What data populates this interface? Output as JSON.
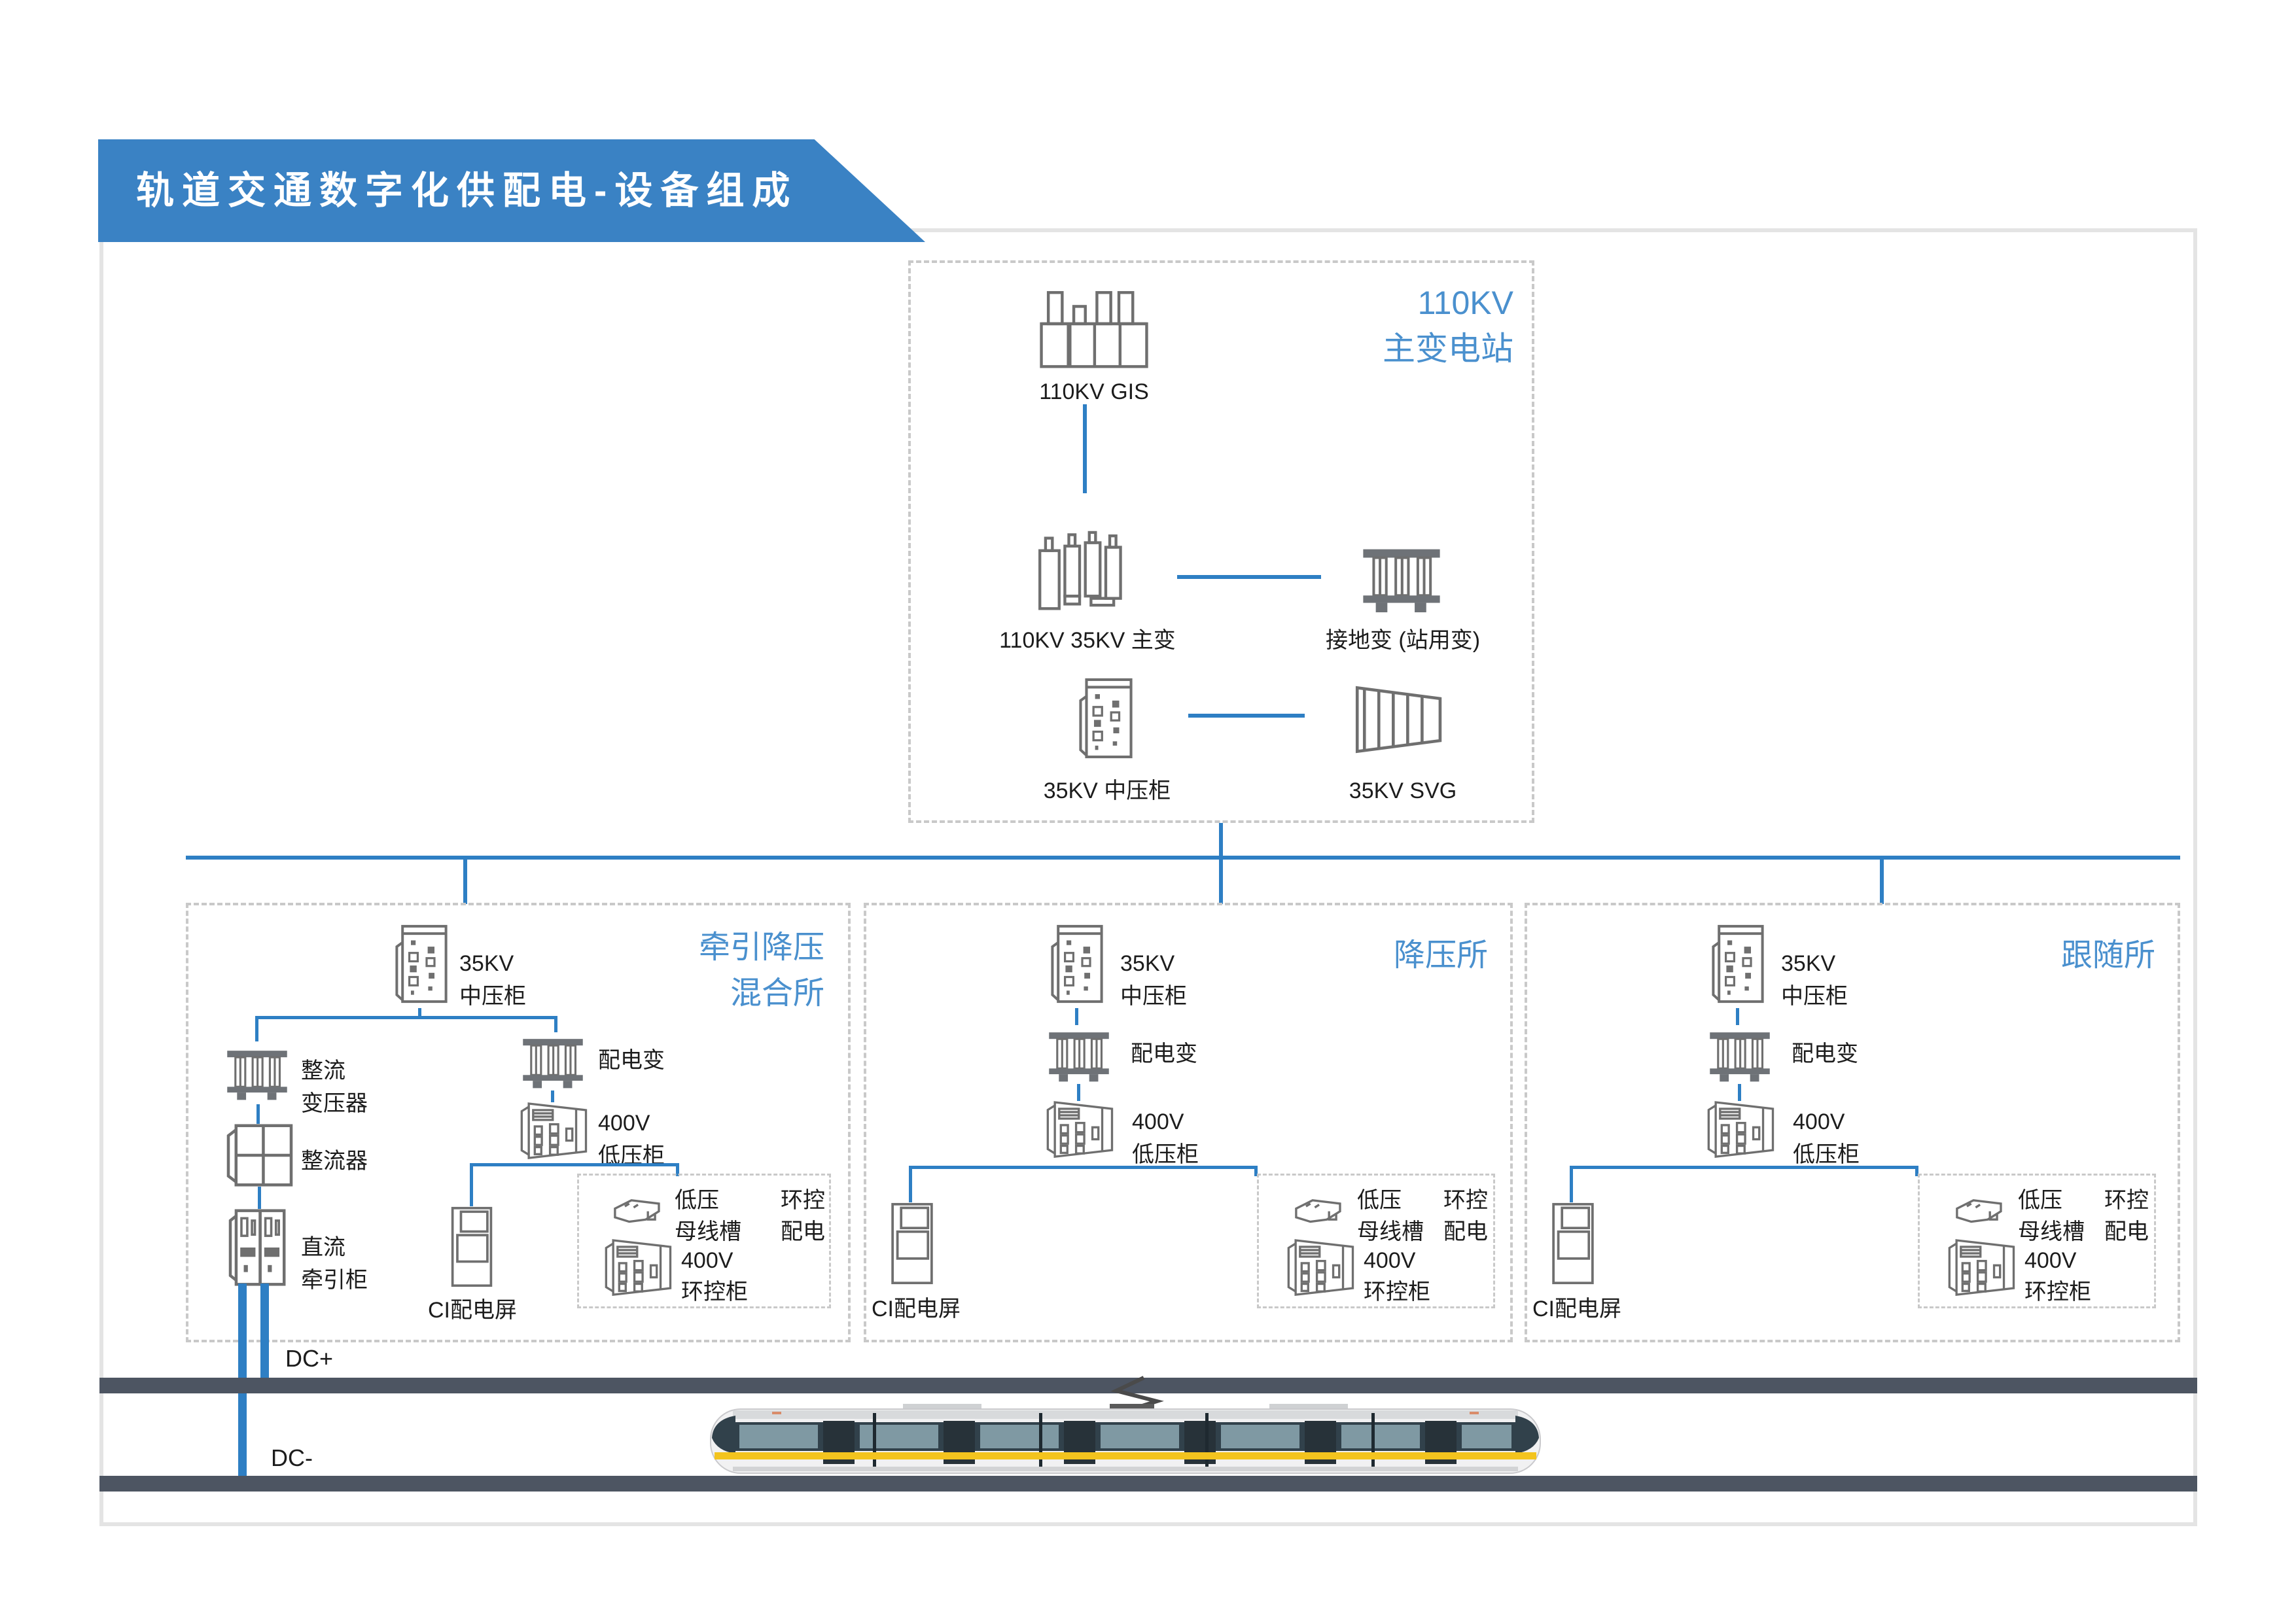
{
  "banner": {
    "title": "轨道交通数字化供配电-设备组成"
  },
  "main_station": {
    "title_line1": "110KV",
    "title_line2": "主变电站",
    "gis_label": "110KV GIS",
    "main_transformer_label": "110KV 35KV 主变",
    "ground_transformer_label": "接地变 (站用变)",
    "mv_cabinet_label": "35KV 中压柜",
    "svg_label": "35KV SVG"
  },
  "common": {
    "mv_cabinet_line1": "35KV",
    "mv_cabinet_line2": "中压柜",
    "dist_transformer": "配电变",
    "lv_cabinet_line1": "400V",
    "lv_cabinet_line2": "低压柜",
    "ci_panel": "CI配电屏",
    "busway_line1": "低压",
    "busway_line2": "母线槽",
    "hvac_dist_line1": "环控",
    "hvac_dist_line2": "配电",
    "hvac_cabinet_line1": "400V",
    "hvac_cabinet_line2": "环控柜"
  },
  "stations": {
    "traction": {
      "title_line1": "牵引降压",
      "title_line2": "混合所",
      "rectifier_transformer_line1": "整流",
      "rectifier_transformer_line2": "变压器",
      "rectifier": "整流器",
      "dc_cabinet_line1": "直流",
      "dc_cabinet_line2": "牵引柜"
    },
    "stepdown": {
      "title": "降压所"
    },
    "follower": {
      "title": "跟随所"
    }
  },
  "dc_lines": {
    "positive": "DC+",
    "negative": "DC-"
  },
  "colors": {
    "banner_blue": "#3a82c4",
    "line_blue": "#2e7fc4",
    "title_blue": "#4a90ce",
    "icon_gray": "#6f6f6f",
    "rail_dark": "#4d5562",
    "dash_gray": "#c9c9c9",
    "frame_gray": "#e4e4e4",
    "tram_yellow": "#f3c41e"
  }
}
